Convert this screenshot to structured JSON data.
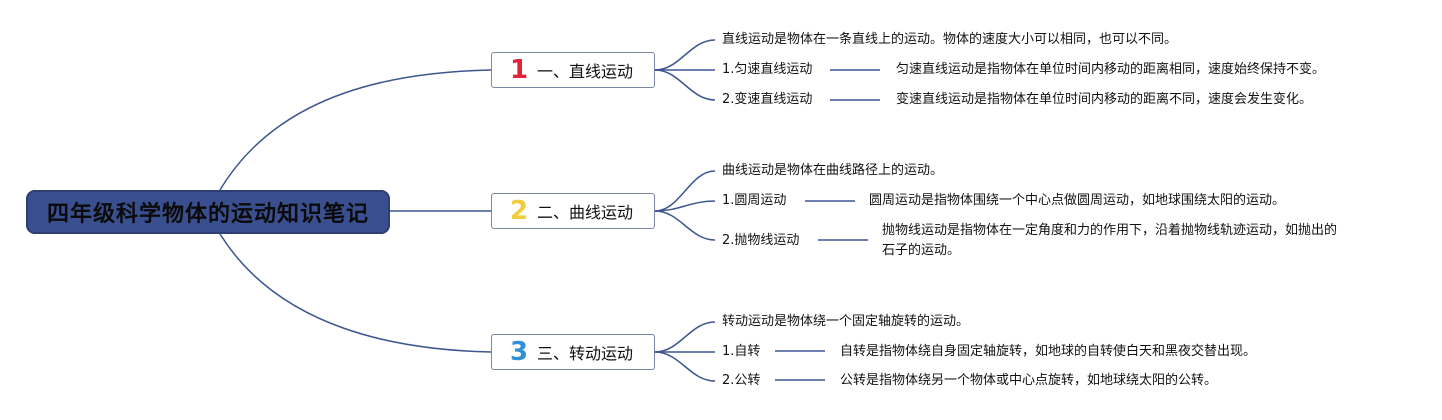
{
  "root": {
    "title": "四年级科学物体的运动知识笔记"
  },
  "branches": [
    {
      "number": "1",
      "number_color": "#e0253a",
      "label": "一、直线运动",
      "summary": "直线运动是物体在一条直线上的运动。物体的速度大小可以相同，也可以不同。",
      "items": [
        {
          "label": "1.匀速直线运动",
          "desc": "匀速直线运动是指物体在单位时间内移动的距离相同，速度始终保持不变。"
        },
        {
          "label": "2.变速直线运动",
          "desc": "变速直线运动是指物体在单位时间内移动的距离不同，速度会发生变化。"
        }
      ]
    },
    {
      "number": "2",
      "number_color": "#f2cc3c",
      "label": "二、曲线运动",
      "summary": "曲线运动是物体在曲线路径上的运动。",
      "items": [
        {
          "label": "1.圆周运动",
          "desc": "圆周运动是指物体围绕一个中心点做圆周运动，如地球围绕太阳的运动。"
        },
        {
          "label": "2.抛物线运动",
          "desc": "抛物线运动是指物体在一定角度和力的作用下，沿着抛物线轨迹运动，如抛出的",
          "desc2": "石子的运动。"
        }
      ]
    },
    {
      "number": "3",
      "number_color": "#2f8fd8",
      "label": "三、转动运动",
      "summary": "转动运动是物体绕一个固定轴旋转的运动。",
      "items": [
        {
          "label": "1.自转",
          "desc": "自转是指物体绕自身固定轴旋转，如地球的自转使白天和黑夜交替出现。"
        },
        {
          "label": "2.公转",
          "desc": "公转是指物体绕另一个物体或中心点旋转，如地球绕太阳的公转。"
        }
      ]
    }
  ],
  "colors": {
    "line": "#3d5590",
    "root_bg": "#3a4f8f"
  }
}
